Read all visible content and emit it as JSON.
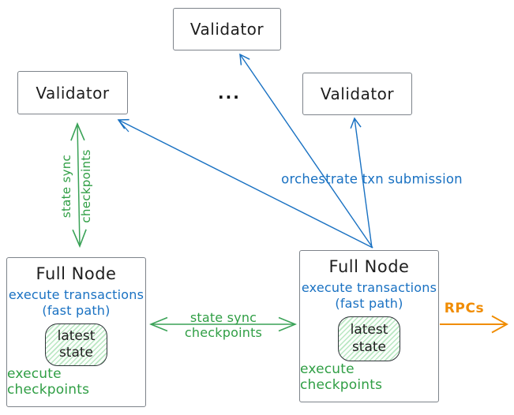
{
  "diagram": {
    "validators": [
      {
        "label": "Validator"
      },
      {
        "label": "Validator"
      },
      {
        "label": "Validator"
      }
    ],
    "ellipsis": "...",
    "full_nodes": [
      {
        "title": "Full Node",
        "exec_transactions": "execute transactions",
        "fast_path": "(fast path)",
        "state_line1": "latest",
        "state_line2": "state",
        "exec_checkpoints": "execute checkpoints"
      },
      {
        "title": "Full Node",
        "exec_transactions": "execute transactions",
        "fast_path": "(fast path)",
        "state_line1": "latest",
        "state_line2": "state",
        "exec_checkpoints": "execute checkpoints"
      }
    ],
    "arrows": {
      "vertical_state_sync": {
        "line1": "state sync",
        "line2": "checkpoints",
        "color": "#2f9e44",
        "style": "double-headed"
      },
      "horizontal_state_sync": {
        "line1": "state sync",
        "line2": "checkpoints",
        "color": "#2f9e44",
        "style": "double-headed"
      },
      "orchestrate": {
        "label": "orchestrate txn submission",
        "color": "#1971c2",
        "style": "three arrows from right full node to validators"
      },
      "rpcs": {
        "label": "RPCs",
        "color": "#f08c00",
        "style": "single right arrow"
      }
    },
    "colors": {
      "blue": "#1971c2",
      "green": "#2f9e44",
      "orange": "#f08c00",
      "box_border": "#7d838a",
      "state_border": "#2f3439",
      "state_hatch": "#b9e7c2",
      "text": "#1e1e1e",
      "background": "#ffffff"
    }
  }
}
